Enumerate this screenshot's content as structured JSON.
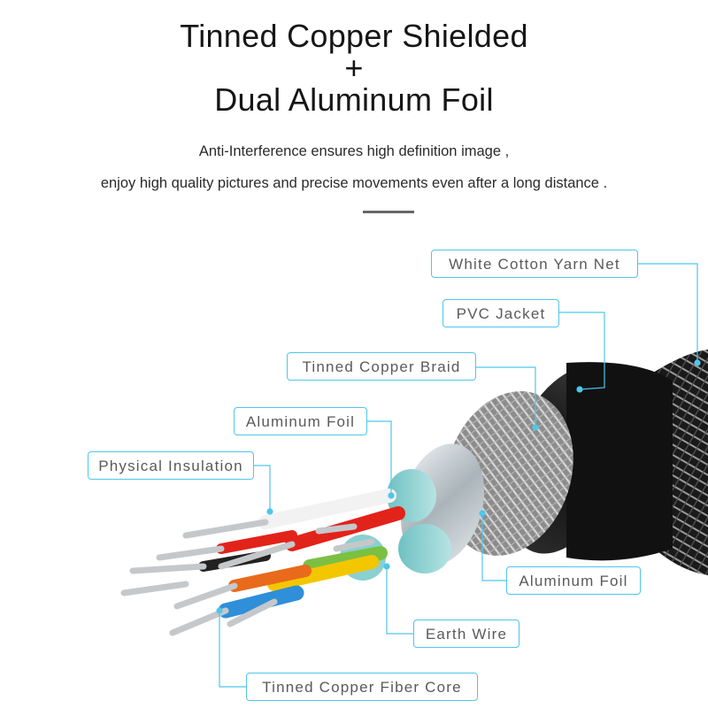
{
  "header": {
    "title_line1": "Tinned Copper Shielded",
    "title_plus": "+",
    "title_line2": "Dual Aluminum Foil",
    "subtitle_line1": "Anti-Interference ensures high definition image ,",
    "subtitle_line2": "enjoy high quality pictures and precise movements even after a long distance ."
  },
  "labels": {
    "white_cotton_yarn_net": "White Cotton Yarn Net",
    "pvc_jacket": "PVC Jacket",
    "tinned_copper_braid": "Tinned Copper Braid",
    "aluminum_foil_top": "Aluminum Foil",
    "physical_insulation": "Physical Insulation",
    "aluminum_foil_right": "Aluminum Foil",
    "earth_wire": "Earth Wire",
    "tinned_copper_fiber_core": "Tinned Copper Fiber Core"
  },
  "colors": {
    "callout_line": "#4fc6ea",
    "jacket": "#111111",
    "foil": "#c9d1d6",
    "wire_red": "#e2231a",
    "wire_yellow": "#f4c600",
    "wire_green": "#7bc043",
    "wire_blue": "#2f8fd8",
    "wire_orange": "#e86a1a"
  }
}
